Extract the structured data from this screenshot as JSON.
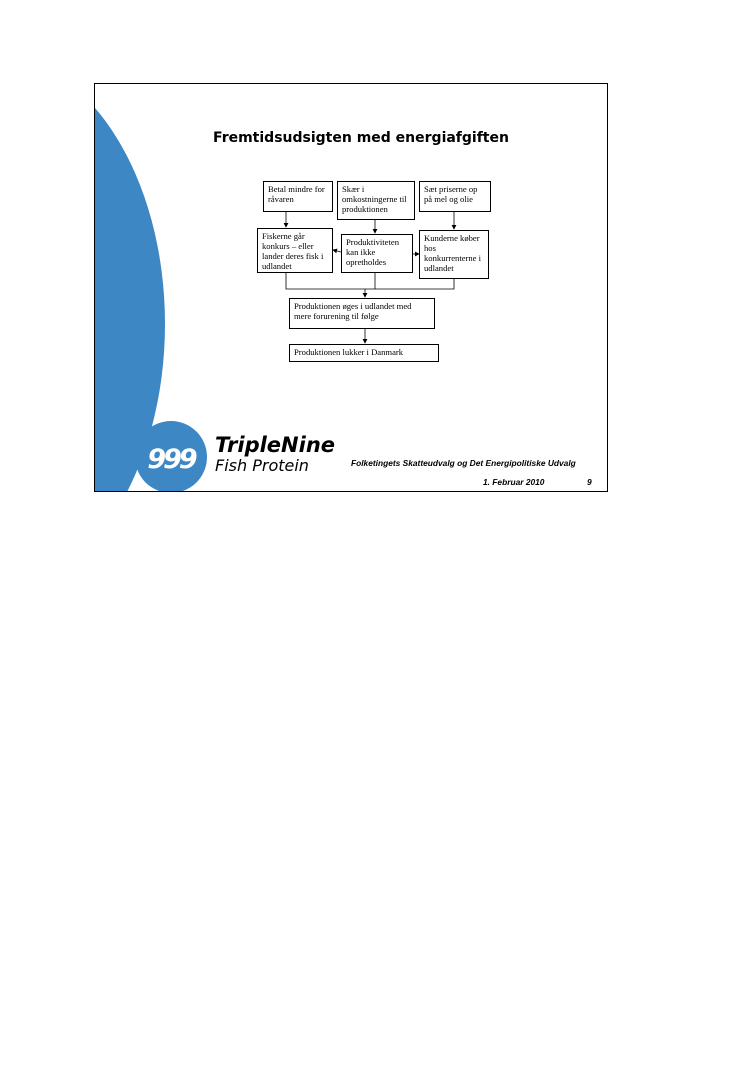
{
  "slide": {
    "title": "Fremtidsudsigten med energiafgiften",
    "boxes": {
      "betal": "Betal mindre for råvaren",
      "skaer": "Skær i omkostningerne til produktionen",
      "saet": "Sæt priserne op på mel og olie",
      "fiskerne": "Fiskerne går konkurs – eller lander deres fisk i udlandet",
      "produktiviteten": "Produktiviteten kan ikke opretholdes",
      "kunderne": "Kunderne køber hos konkurrenterne i udlandet",
      "udlandet": "Produktionen øges i udlandet med mere forurening til følge",
      "lukker": "Produktionen lukker i Danmark"
    }
  },
  "logo": {
    "digits": "999",
    "name": "TripleNine",
    "subtitle": "Fish Protein"
  },
  "footer": {
    "committee": "Folketingets Skatteudvalg og Det Energipolitiske Udvalg",
    "date": "1. Februar 2010",
    "page": "9"
  },
  "colors": {
    "accent_blue": "#3d87c4"
  }
}
